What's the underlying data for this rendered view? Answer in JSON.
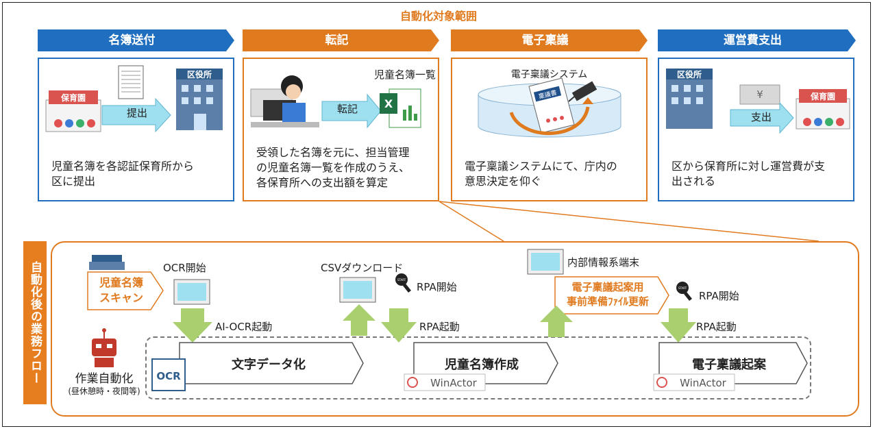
{
  "scope_title": "自動化対象範囲",
  "stages": [
    {
      "title": "名簿送付",
      "desc": [
        "児童名簿を各認証保育所から",
        "区に提出"
      ],
      "arrow_label": "提出",
      "sign_left": "保育園",
      "sign_right": "区役所"
    },
    {
      "title": "転記",
      "desc": [
        "受領した名簿を元に、担当管理",
        "の児童名簿一覧を作成のうえ、",
        "各保育所への支出額を算定"
      ],
      "arrow_label": "転記",
      "doc_label": "児童名簿一覧"
    },
    {
      "title": "電子稟議",
      "desc": [
        "電子稟議システムにて、庁内の",
        "意思決定を仰ぐ"
      ],
      "system_label": "電子稟議システム",
      "doc_label": "稟議書"
    },
    {
      "title": "運営費支出",
      "desc": [
        "区から保育所に対し運営費が支",
        "出される"
      ],
      "arrow_label": "支出",
      "sign_left": "区役所",
      "sign_right": "保育園",
      "money": "¥"
    }
  ],
  "flow": {
    "side_label": "自動化後の業務フロー",
    "scan_label": [
      "児童名簿",
      "スキャン"
    ],
    "ocr_start": "OCR開始",
    "csv_download": "CSVダウンロード",
    "rpa_start_1": "RPA開始",
    "internal_terminal": "内部情報系端末",
    "ringi_prep": [
      "電子稟議起案用",
      "事前準備ﾌｧｲﾙ更新"
    ],
    "rpa_start_2": "RPA開始",
    "ai_ocr_launch": "AI-OCR起動",
    "rpa_launch_1": "RPA起動",
    "rpa_launch_2": "RPA起動",
    "robot_label": "作業自動化",
    "robot_sub": "(昼休憩時・夜間等)",
    "processes": [
      "文字データ化",
      "児童名簿作成",
      "電子稟議起案"
    ],
    "ocr_logo": "OCR",
    "winactor": "WinActor",
    "start_badge": "START"
  },
  "colors": {
    "blue": "#1f6ec0",
    "orange": "#e07a1f",
    "green": "#a9cf6f",
    "cyan": "#9fe0f0"
  }
}
